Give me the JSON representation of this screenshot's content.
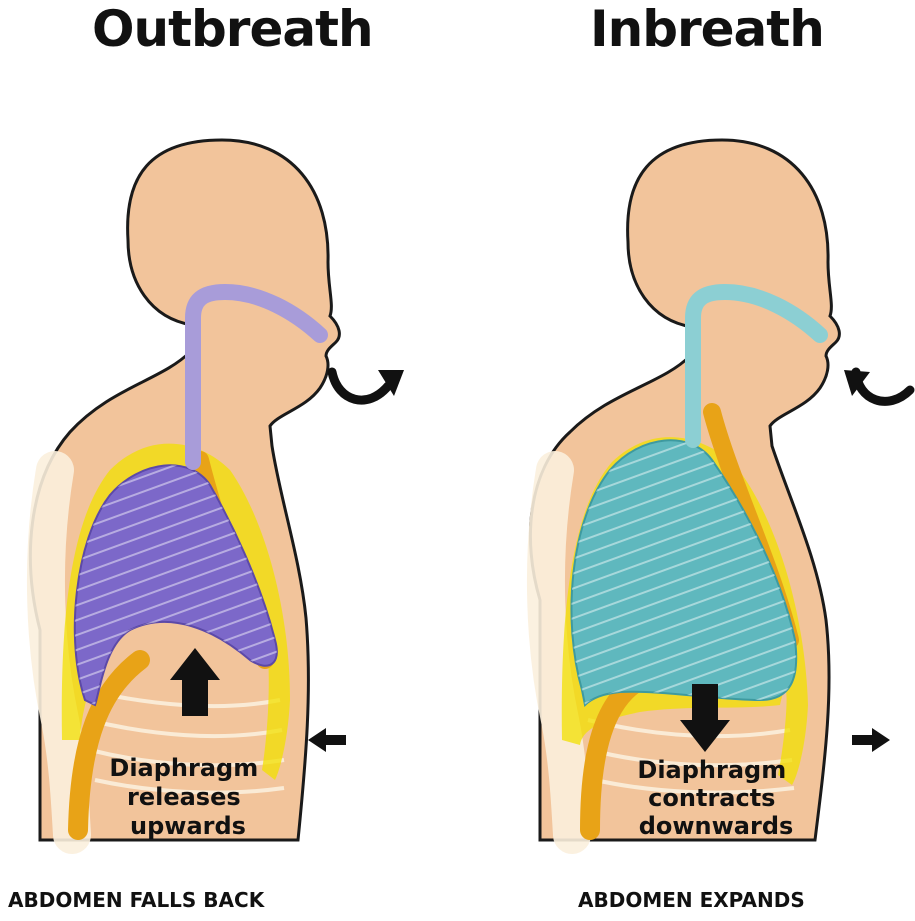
{
  "panels": [
    {
      "title": "Outbreath",
      "note_lines": [
        "Diaphragm",
        "releases",
        "upwards"
      ],
      "caption": "ABDOMEN FALLS BACK",
      "lung_color": "#7c68c9",
      "airway_color": "#a89cd9"
    },
    {
      "title": "Inbreath",
      "note_lines": [
        "Diaphragm",
        "contracts",
        "downwards"
      ],
      "caption": "ABDOMEN EXPANDS",
      "lung_color": "#5fb8be",
      "airway_color": "#8ccfd3"
    }
  ],
  "colors": {
    "skin": "#f2c49b",
    "outline": "#1a1a1a",
    "diaphragm": "#f2e000",
    "spine": "#e8a317",
    "ribs": "#fbf0dd",
    "arrow": "#111111"
  }
}
